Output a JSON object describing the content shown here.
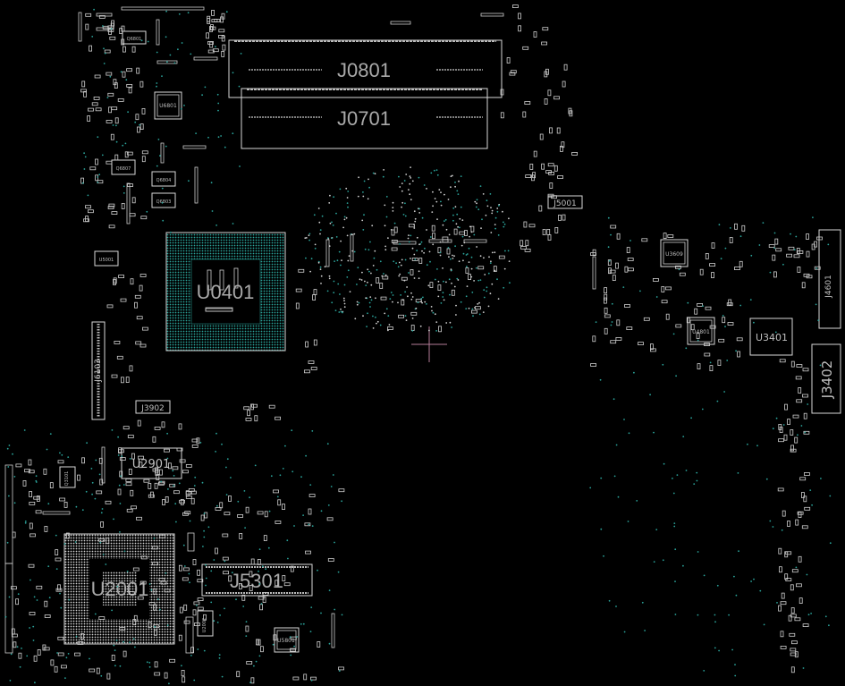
{
  "board": {
    "background": "#000000",
    "outline_color": "#d8d8d8",
    "via_color": "#2aa39a",
    "big_labels": {
      "j0801": "J0801",
      "j0701": "J0701",
      "u0401": "U0401",
      "j5301": "J5301",
      "u2001": "U2001"
    },
    "mid_labels": {
      "u2901": "U2901",
      "u3401": "U3401",
      "j3402": "J3402",
      "j5001": "J5001",
      "j3902": "J3902",
      "j6103": "J6103",
      "j4601": "J4601",
      "u4801": "U4801",
      "u3609": "U3609",
      "u5801": "U5801",
      "u6801": "U6801",
      "q6801": "Q6801",
      "q6804": "Q6804",
      "q6803": "Q6803",
      "q6807": "Q6807",
      "u5001": "U5001",
      "u2002": "U2002",
      "q3101": "Q3101"
    }
  }
}
